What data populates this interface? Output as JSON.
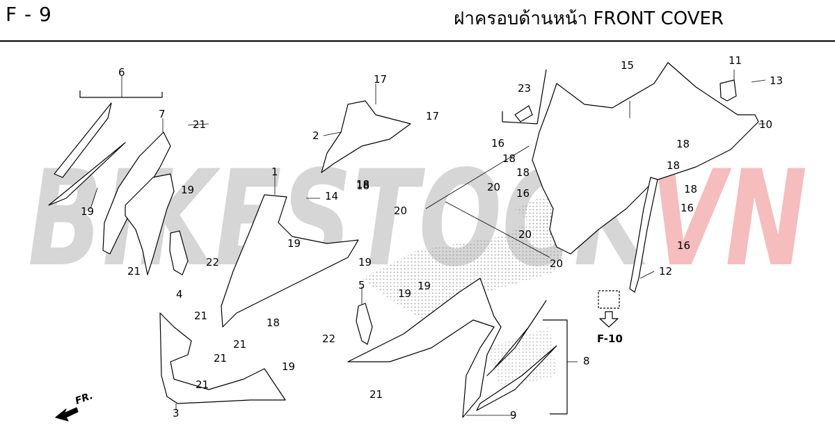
{
  "header": {
    "code": "F - 9",
    "title": "ฝาครอบด้านหน้า  FRONT COVER"
  },
  "watermark": "BIKESTOCK.VN",
  "watermark_colors": {
    "main": "#c9c9c9",
    "accent": "#f2a8a8"
  },
  "reference": "F-10",
  "direction": "FR.",
  "part_numbers": [
    "1",
    "2",
    "3",
    "4",
    "5",
    "6",
    "7",
    "8",
    "9",
    "10",
    "11",
    "12",
    "13",
    "14",
    "15",
    "16",
    "17",
    "18",
    "19",
    "20",
    "21",
    "22",
    "23"
  ],
  "callouts": [
    "6",
    "7",
    "21",
    "19",
    "21",
    "4",
    "22",
    "19",
    "1",
    "14",
    "19",
    "19",
    "18",
    "17",
    "17",
    "2",
    "18",
    "5",
    "19",
    "19",
    "22",
    "21",
    "21",
    "21",
    "21",
    "19",
    "3",
    "21",
    "18",
    "23",
    "16",
    "18",
    "18",
    "16",
    "20",
    "20",
    "20",
    "20",
    "15",
    "11",
    "13",
    "10",
    "18",
    "18",
    "18",
    "16",
    "16",
    "12",
    "8",
    "9"
  ]
}
